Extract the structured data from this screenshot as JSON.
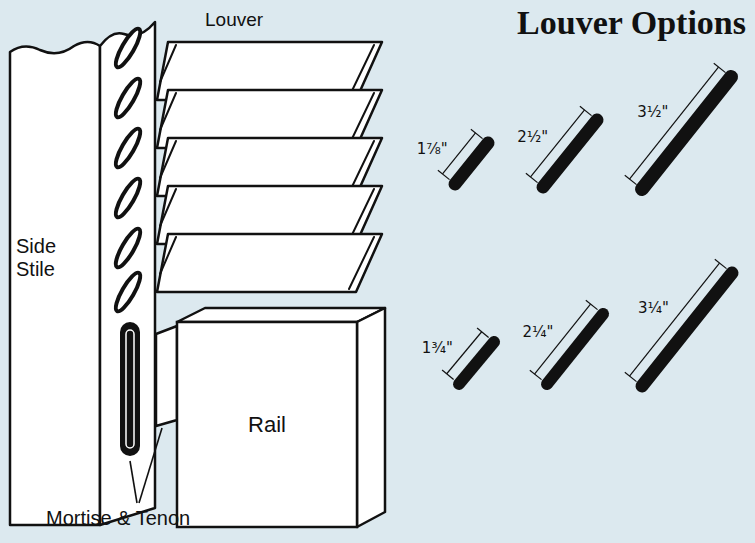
{
  "diagram": {
    "title": "Louver Options",
    "nodes": [
      {
        "text": [
          "Side Stile"
        ]
      },
      {
        "text": [
          "Rail"
        ]
      }
    ],
    "labels": [
      "Louver",
      "1⁷⁄₈\"",
      "2¹⁄₂\"",
      "3¹⁄₂\"",
      "1³⁄₄\"",
      "2¹⁄₄\"",
      "3¹⁄₄\"",
      "Mortise & Tenon"
    ]
  }
}
